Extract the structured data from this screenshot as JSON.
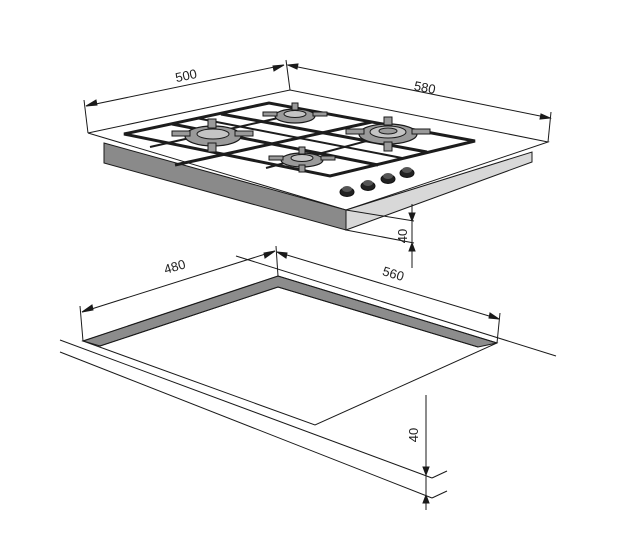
{
  "dimensions": {
    "hob_depth": "500",
    "hob_width": "580",
    "hob_height": "40",
    "cutout_depth": "480",
    "cutout_width": "560",
    "counter_thickness": "40"
  },
  "colors": {
    "line": "#1a1a1a",
    "hob_front": "#8a8a8a",
    "cutout_wall": "#8c8c8c",
    "grate": "#1c1c1c",
    "burner": "#9a9a9a",
    "knob": "#222222"
  }
}
